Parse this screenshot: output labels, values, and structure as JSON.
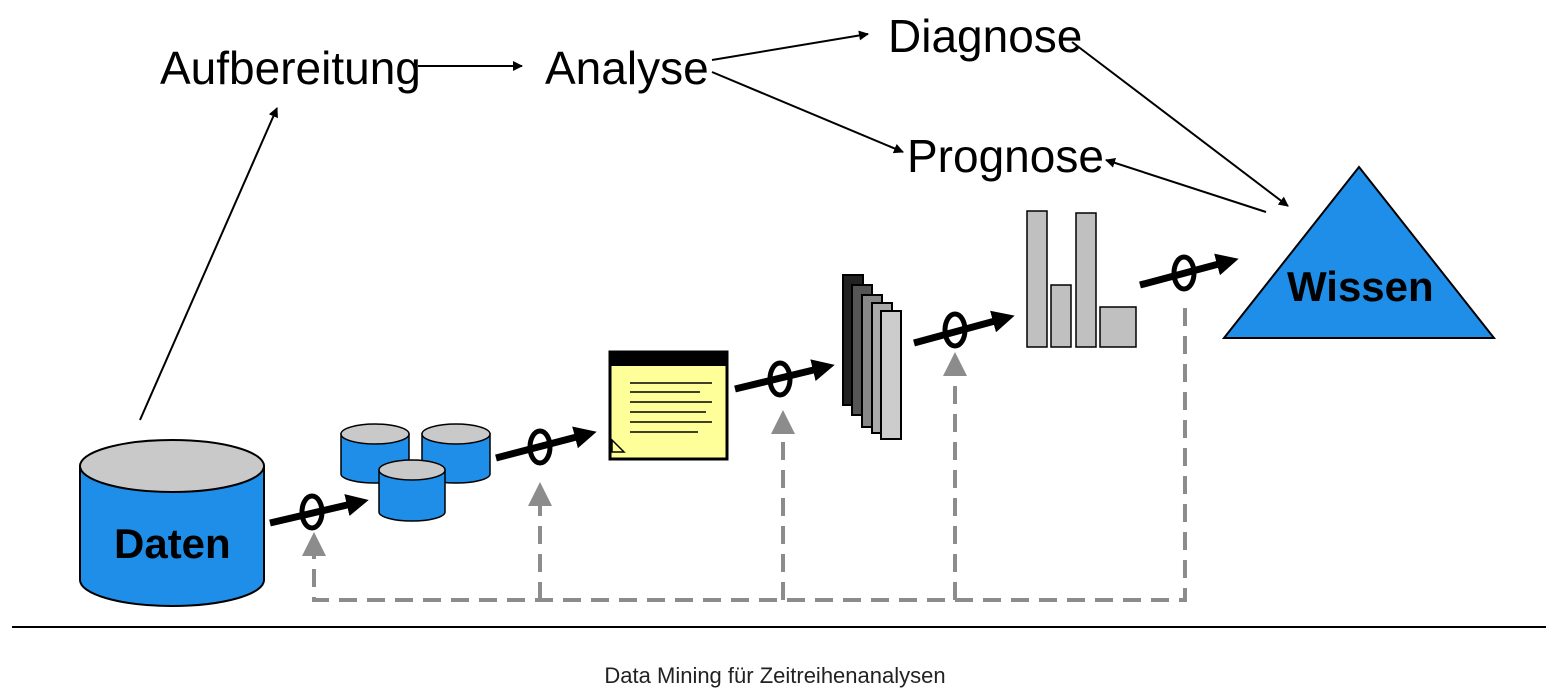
{
  "diagram": {
    "steps": {
      "aufbereitung": "Aufbereitung",
      "analyse": "Analyse",
      "diagnose": "Diagnose",
      "prognose": "Prognose"
    },
    "nodes": {
      "daten": "Daten",
      "wissen": "Wissen"
    },
    "caption": "Data Mining für Zeitreihenanalysen"
  },
  "colors": {
    "blue": "#1e8ee8",
    "db_top": "#c9c9c9",
    "yellow": "#ffff99",
    "bar_gray": "#c0c0c0",
    "dashed_gray": "#8c8c8c"
  }
}
